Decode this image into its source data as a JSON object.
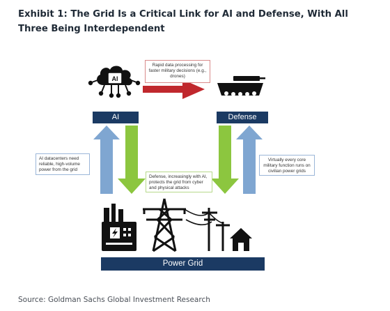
{
  "title": "Exhibit 1: The Grid Is a Critical Link for AI and Defense, With All Three Being Interdependent",
  "nodes": {
    "ai": "AI",
    "defense": "Defense",
    "power_grid": "Power Grid",
    "ai_chip_text": "AI"
  },
  "notes": {
    "ai_to_defense": "Rapid data processing for faster military decisions (e.g., drones)",
    "grid_to_ai": "AI datacenters need reliable, high-volume power from the grid",
    "defense_ai_to_grid": "Defense, increasingly with AI, protects the grid from cyber and physical attacks",
    "grid_to_defense": "Virtually every core military function runs on civilian power grids"
  },
  "icons": [
    "ai-brain-icon",
    "tank-icon",
    "factory-icon",
    "transmission-tower-icon",
    "utility-pole-icon",
    "house-icon"
  ],
  "colors": {
    "node_fill": "#1b3a63",
    "red_arrow": "#c0282d",
    "green_arrow": "#8cc63f",
    "blue_arrow": "#7fa6d1",
    "red_note_border": "#d98b8b",
    "blue_note_border": "#9bb6d8",
    "green_note_border": "#b7d98a"
  },
  "source": "Source: Goldman Sachs Global Investment Research"
}
